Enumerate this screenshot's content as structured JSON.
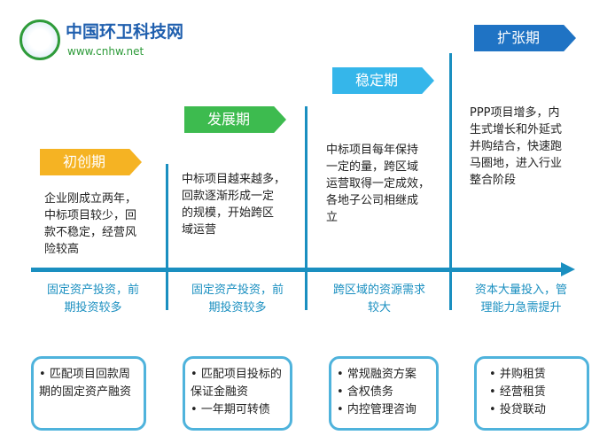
{
  "stages": [
    {
      "name": "初创期",
      "color": "#f5b323",
      "desc": [
        "企业刚成立两年，",
        "中标项目较少，回",
        "款不稳定，经营风",
        "险较高"
      ],
      "need": [
        "固定资产投资，前",
        "期投资较多"
      ],
      "solutions": [
        "匹配项目回款周期的固定资产融资"
      ]
    },
    {
      "name": "发展期",
      "color": "#3dbb4f",
      "desc": [
        "中标项目越来越多，",
        "回款逐渐形成一定",
        "的规模，开始跨区",
        "域运营"
      ],
      "need": [
        "固定资产投资，前",
        "期投资较多"
      ],
      "solutions": [
        "匹配项目投标的保证金融资",
        "一年期可转债"
      ]
    },
    {
      "name": "稳定期",
      "color": "#35b6ea",
      "desc": [
        "中标项目每年保持",
        "一定的量，跨区域",
        "运营取得一定成效，",
        "各地子公司相继成",
        "立"
      ],
      "need": [
        "跨区域的资源需求",
        "较大"
      ],
      "solutions": [
        "常规融资方案",
        "含权债务",
        "内控管理咨询"
      ]
    },
    {
      "name": "扩张期",
      "color": "#1f73c4",
      "desc": [
        "PPP项目增多，内",
        "生式增长和外延式",
        "并购结合，快速跑",
        "马圈地，进入行业",
        "整合阶段"
      ],
      "need": [
        "资本大量投入，管",
        "理能力急需提升"
      ],
      "solutions": [
        "并购租赁",
        "经营租赁",
        "投贷联动"
      ]
    }
  ],
  "watermark": {
    "name": "中国环卫科技网",
    "url": "www.cnhw.net"
  }
}
